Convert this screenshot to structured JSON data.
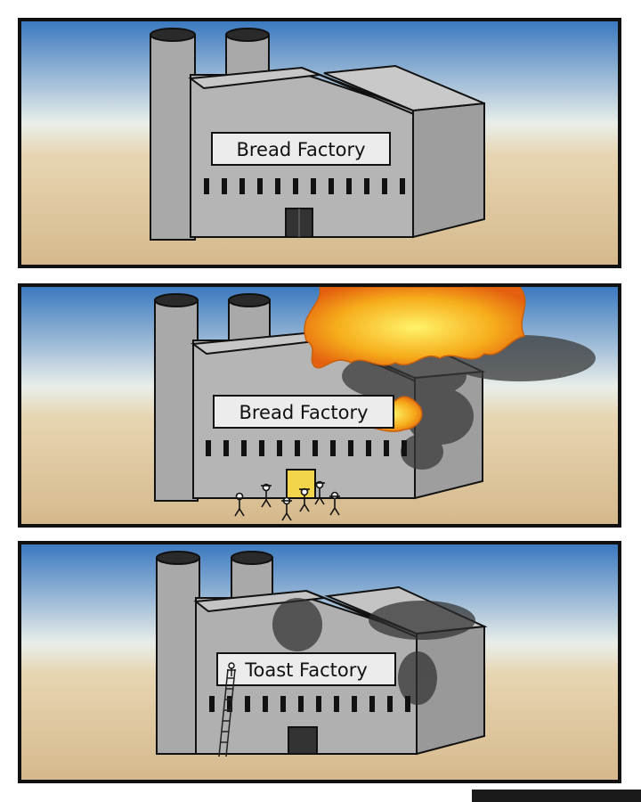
{
  "comic": {
    "panels": [
      {
        "sign": "Bread Factory"
      },
      {
        "sign": "Bread Factory"
      },
      {
        "sign": "Toast Factory"
      }
    ]
  },
  "colors": {
    "sky_top": "#3f7dc2",
    "sky_mid": "#eef0ea",
    "ground": "#d8bf92",
    "building": "#b9b9b9",
    "building_dark": "#9a9a9a",
    "fire": "#f4a21a",
    "smoke": "#3a3a3a"
  }
}
